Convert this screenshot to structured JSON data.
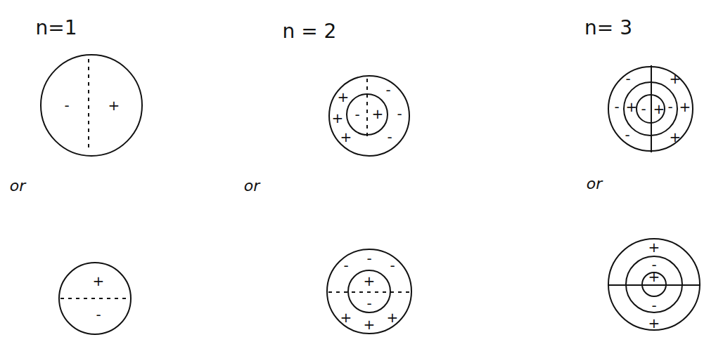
{
  "diagram": {
    "labels": [
      "n=1",
      "n = 2",
      "n= 3",
      "-",
      "+",
      "+",
      "-",
      "+",
      "-",
      "+",
      "-",
      "+",
      "-",
      "-",
      "+",
      "-",
      "+",
      "-",
      "+",
      "-",
      "+",
      "-",
      "+",
      "or",
      "or",
      "or",
      "+",
      "-",
      "-",
      "-",
      "-",
      "+",
      "-",
      "+",
      "+",
      "+",
      "+",
      "-",
      "+",
      "-",
      "+"
    ]
  }
}
